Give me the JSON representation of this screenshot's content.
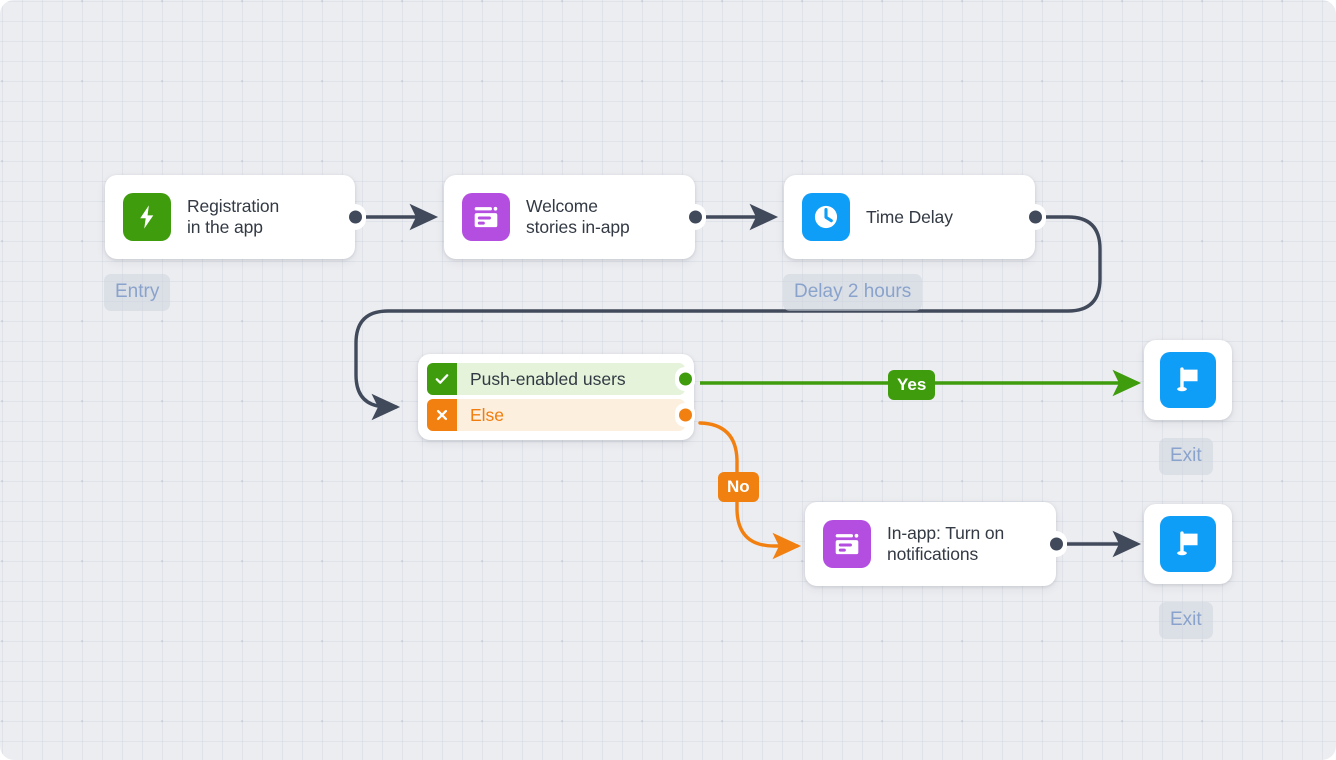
{
  "canvas": {
    "background_color": "#ecedf1",
    "grid": true
  },
  "palette": {
    "green": "#3f9c0d",
    "purple": "#b44ee0",
    "blue": "#0e9df7",
    "orange": "#f28011",
    "edge_dark": "#414a5b",
    "caption_text": "#8aa3cc",
    "title_text": "#333a44"
  },
  "nodes": {
    "registration": {
      "title": "Registration\nin the app",
      "icon": "lightning-bolt-icon",
      "icon_color": "#3f9c0d",
      "caption": "Entry"
    },
    "welcome_stories": {
      "title": "Welcome\nstories in-app",
      "icon": "in-app-stories-icon",
      "icon_color": "#b44ee0"
    },
    "time_delay": {
      "title": "Time Delay",
      "icon": "clock-icon",
      "icon_color": "#0e9df7",
      "caption": "Delay 2 hours"
    },
    "condition": {
      "rows": [
        {
          "label": "Push-enabled users",
          "badge": "check-icon",
          "type": "yes"
        },
        {
          "label": "Else",
          "badge": "cross-icon",
          "type": "no"
        }
      ]
    },
    "inapp_turn_on": {
      "title": "In-app: Turn on\nnotifications",
      "icon": "in-app-stories-icon",
      "icon_color": "#b44ee0"
    },
    "exit_top": {
      "icon": "flag-icon",
      "icon_color": "#0e9df7",
      "caption": "Exit"
    },
    "exit_bottom": {
      "icon": "flag-icon",
      "icon_color": "#0e9df7",
      "caption": "Exit"
    }
  },
  "edges": {
    "yes_label": "Yes",
    "no_label": "No"
  }
}
